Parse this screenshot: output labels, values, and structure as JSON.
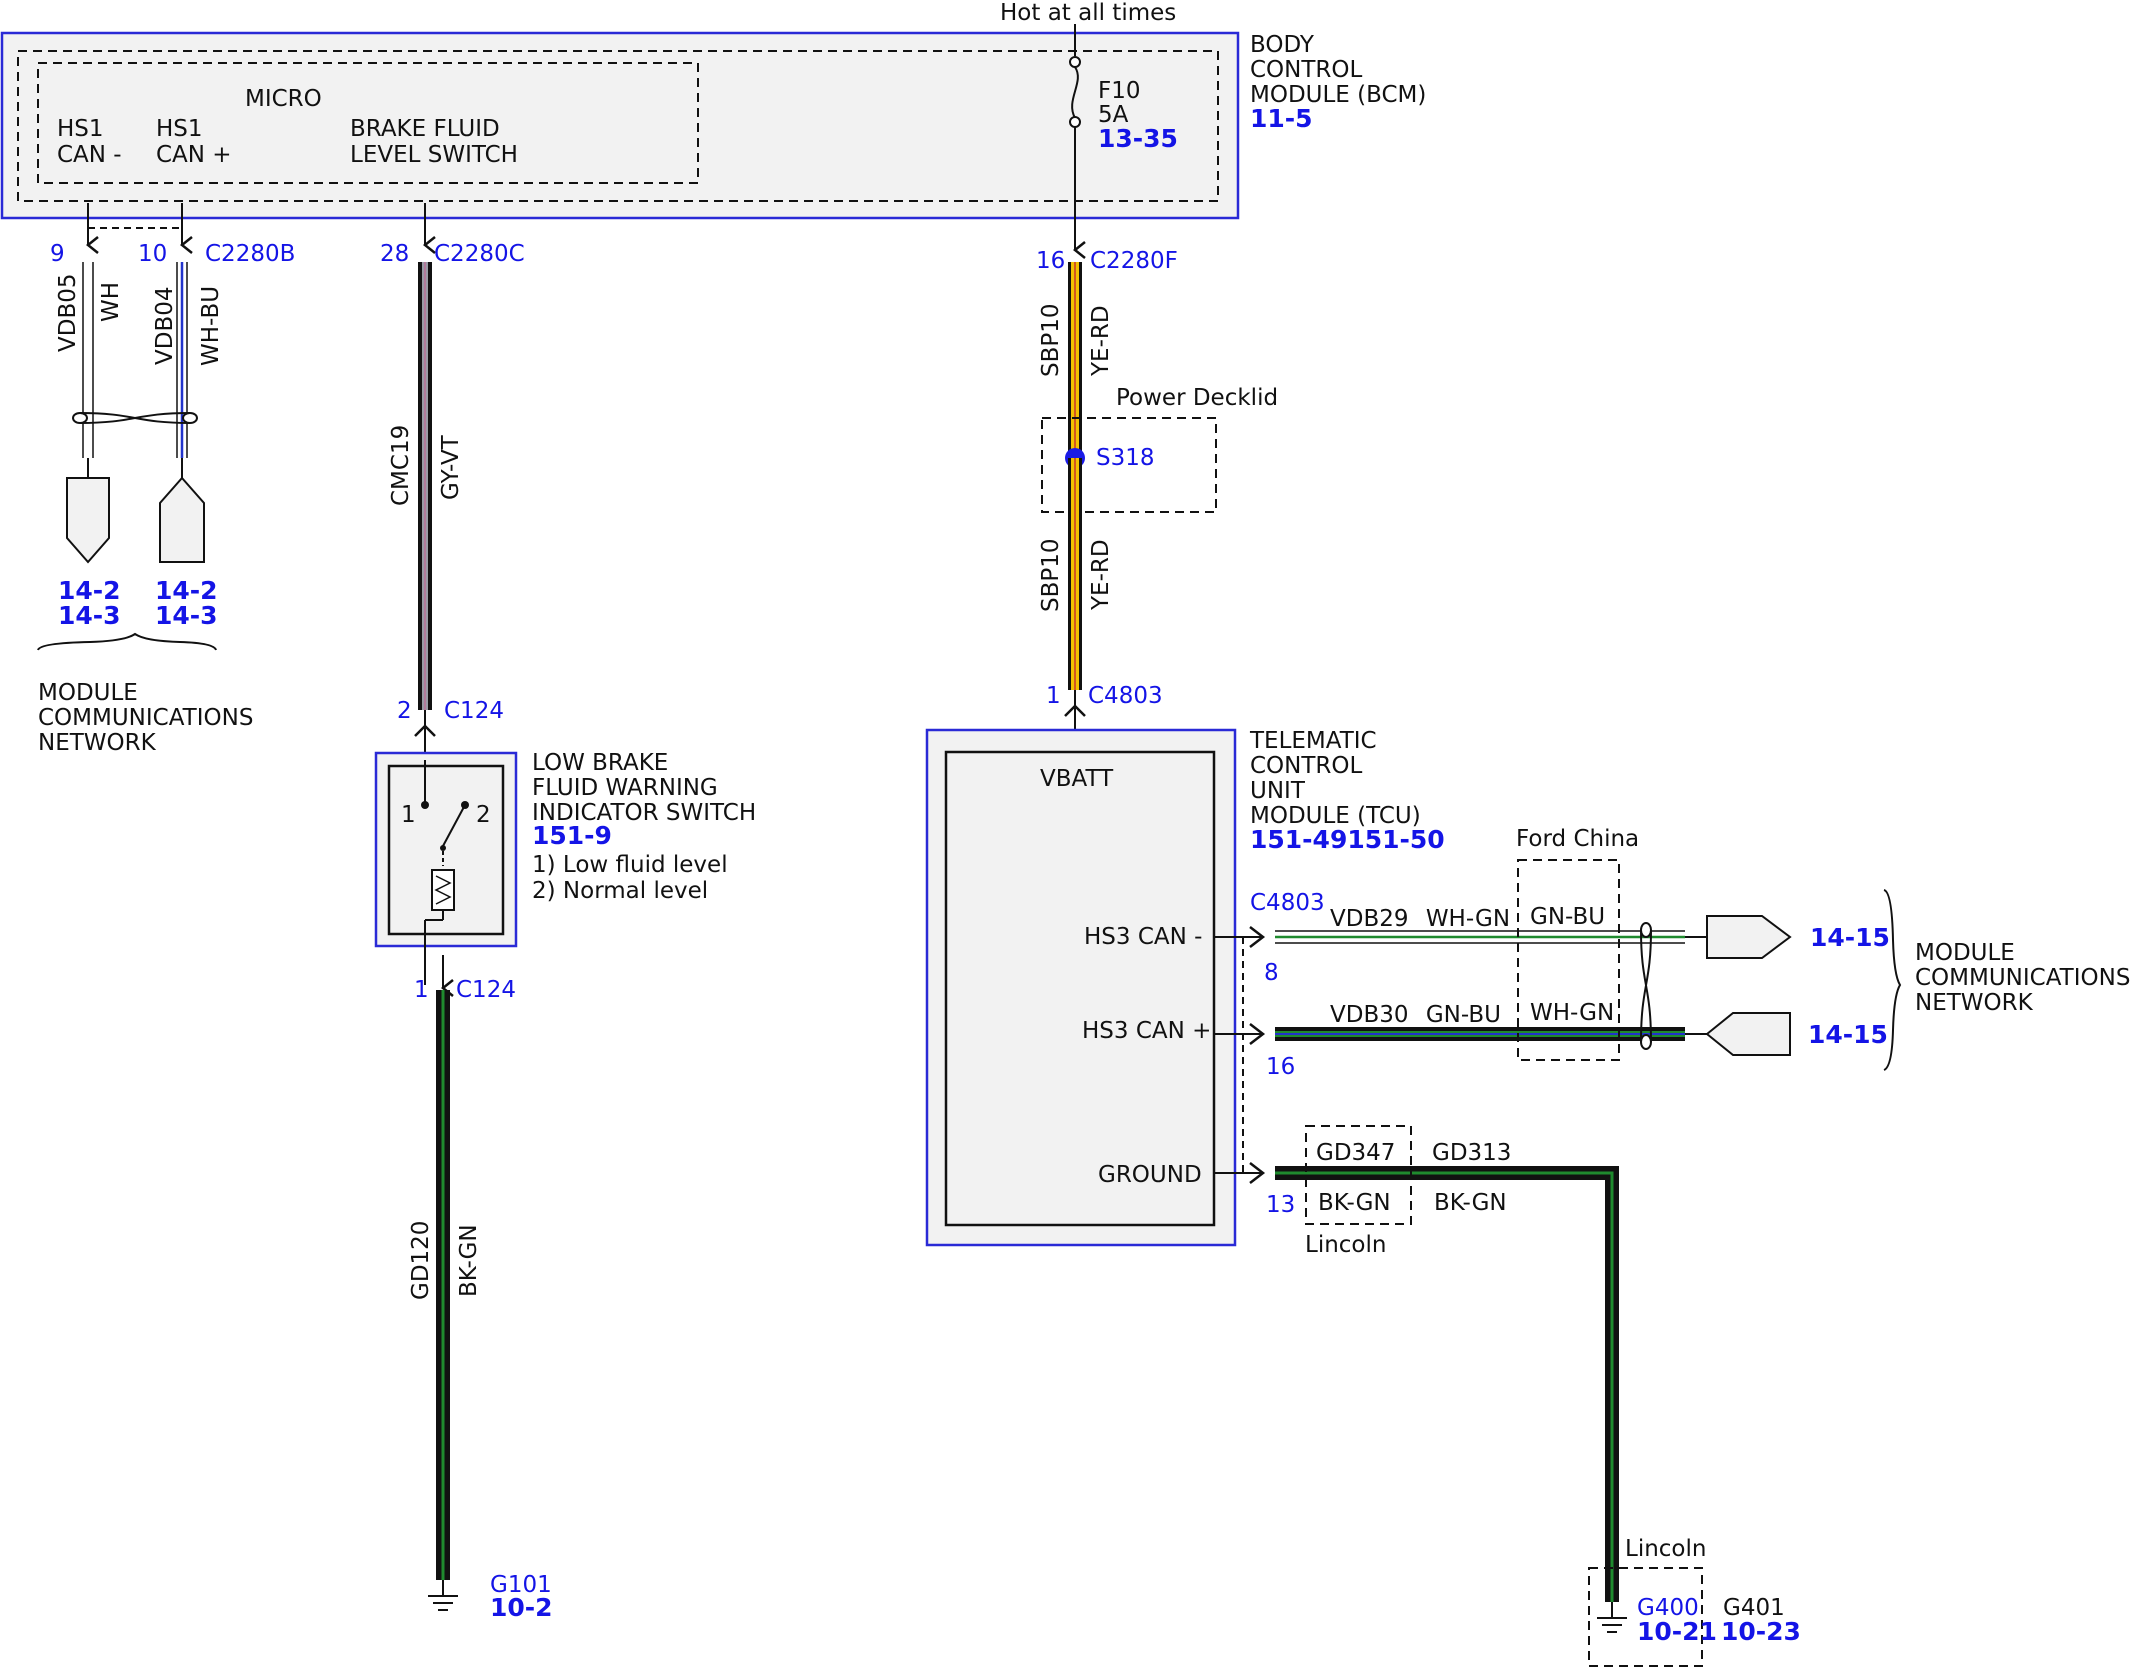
{
  "power": {
    "hot_label": "Hot at all times"
  },
  "bcm": {
    "title_lines": [
      "BODY",
      "CONTROL",
      "MODULE (BCM)"
    ],
    "ref": "11-5",
    "micro_label": "MICRO",
    "pin_labels": [
      "HS1",
      "CAN -",
      "HS1",
      "CAN +",
      "BRAKE FLUID",
      "LEVEL SWITCH"
    ],
    "fuse": {
      "name": "F10",
      "rating": "5A",
      "ref": "13-35"
    }
  },
  "bcm_connectors": [
    {
      "pin": "9",
      "connector": ""
    },
    {
      "pin": "10",
      "connector": "C2280B"
    },
    {
      "pin": "28",
      "connector": "C2280C"
    },
    {
      "pin": "16",
      "connector": "C2280F"
    }
  ],
  "can_hs1": {
    "wires": [
      {
        "circuit": "VDB05",
        "color": "WH"
      },
      {
        "circuit": "VDB04",
        "color": "WH-BU"
      }
    ],
    "refs": [
      "14-2",
      "14-3",
      "14-2",
      "14-3"
    ],
    "network_lines": [
      "MODULE",
      "COMMUNICATIONS",
      "NETWORK"
    ]
  },
  "brake_switch": {
    "wire_top": {
      "circuit": "CMC19",
      "color": "GY-VT"
    },
    "conn_top": {
      "pin": "2",
      "connector": "C124"
    },
    "title_lines": [
      "LOW BRAKE",
      "FLUID WARNING",
      "INDICATOR SWITCH"
    ],
    "ref": "151-9",
    "contact_labels": [
      "1",
      "2"
    ],
    "states": [
      "1) Low fluid level",
      "2) Normal level"
    ],
    "conn_bottom": {
      "pin": "1",
      "connector": "C124"
    },
    "wire_bottom": {
      "circuit": "GD120",
      "color": "BK-GN"
    },
    "ground": {
      "name": "G101",
      "ref": "10-2"
    }
  },
  "feed": {
    "wire1": {
      "circuit": "SBP10",
      "color": "YE-RD"
    },
    "splice_label": "Power Decklid",
    "splice": "S318",
    "wire2": {
      "circuit": "SBP10",
      "color": "YE-RD"
    },
    "tcu_conn": {
      "pin": "1",
      "connector": "C4803"
    }
  },
  "tcu": {
    "title_lines": [
      "TELEMATIC",
      "CONTROL",
      "UNIT",
      "MODULE (TCU)"
    ],
    "ref": "151-49151-50",
    "vbatt": "VBATT",
    "pins": [
      "HS3 CAN -",
      "HS3 CAN +",
      "GROUND"
    ],
    "connector": "C4803",
    "pin_numbers": [
      "8",
      "16",
      "13"
    ]
  },
  "can_hs3": {
    "ford_china_label": "Ford China",
    "wire_minus": {
      "circuit": "VDB29",
      "color": "WH-GN",
      "alt_color": "GN-BU"
    },
    "wire_plus": {
      "circuit": "VDB30",
      "color": "GN-BU",
      "alt_color": "WH-GN"
    },
    "refs": [
      "14-15",
      "14-15"
    ],
    "network_lines": [
      "MODULE",
      "COMMUNICATIONS",
      "NETWORK"
    ]
  },
  "tcu_ground": {
    "variant_circuit": "GD347",
    "variant_color": "BK-GN",
    "variant_label": "Lincoln",
    "circuit": "GD313",
    "color": "BK-GN",
    "ground_variant_label": "Lincoln",
    "g400": {
      "name": "G400",
      "ref": "10-21"
    },
    "g401": {
      "name": "G401",
      "ref": "10-23"
    }
  },
  "colors": {
    "module_outline": "#2a2ad6",
    "label_blue": "#1414e6",
    "wire_yellow": "#f2c200",
    "wire_green": "#1f8a2e",
    "wire_black": "#111111",
    "wire_gray": "#9a9aa6",
    "wire_violet": "#b07a9a",
    "wire_blue": "#2233cc",
    "splice_dot": "#1a1ae6"
  }
}
